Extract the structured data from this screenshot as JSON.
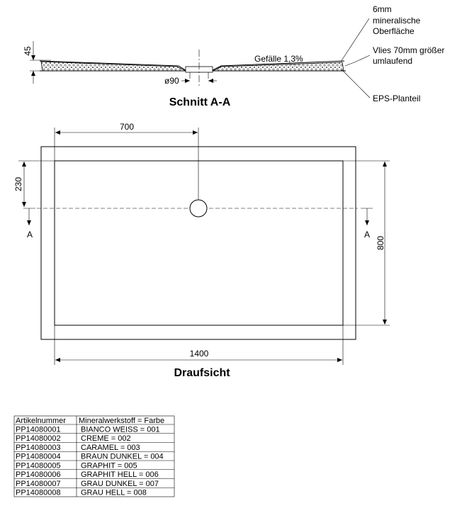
{
  "section": {
    "title": "Schnitt A-A",
    "height_dim": "45",
    "drain_dim": "ø90",
    "slope_label": "Gefälle 1,3%",
    "callouts": [
      "6mm",
      "mineralische",
      "Oberfläche",
      "Vlies 70mm größer",
      "umlaufend",
      "EPS-Planteil"
    ]
  },
  "plan": {
    "title": "Draufsicht",
    "dim_drain_x": "700",
    "dim_drain_y": "230",
    "dim_width": "1400",
    "dim_depth": "800",
    "section_marker_left": "A",
    "section_marker_right": "A"
  },
  "table": {
    "headers": [
      "Artikelnummer",
      "Mineralwerkstoff = Farbe"
    ],
    "rows": [
      [
        "PP14080001",
        "BIANCO WEISS = 001"
      ],
      [
        "PP14080002",
        "CREME = 002"
      ],
      [
        "PP14080003",
        "CARAMEL = 003"
      ],
      [
        "PP14080004",
        "BRAUN DUNKEL = 004"
      ],
      [
        "PP14080005",
        "GRAPHIT = 005"
      ],
      [
        "PP14080006",
        "GRAPHIT HELL = 006"
      ],
      [
        "PP14080007",
        "GRAU DUNKEL = 007"
      ],
      [
        "PP14080008",
        "GRAU HELL = 008"
      ]
    ]
  }
}
